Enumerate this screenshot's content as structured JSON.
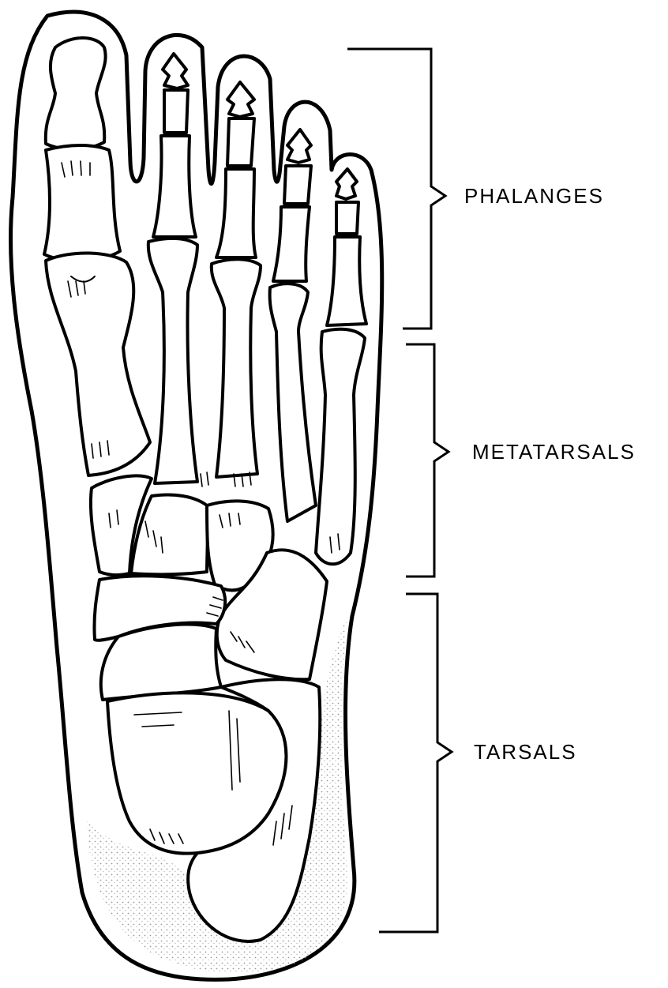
{
  "diagram": {
    "labels": {
      "phalanges": "PHALANGES",
      "metatarsals": "METATARSALS",
      "tarsals": "TARSALS"
    },
    "colors": {
      "line": "#000000",
      "background": "#ffffff",
      "stipple": "#bdbdbd"
    }
  }
}
